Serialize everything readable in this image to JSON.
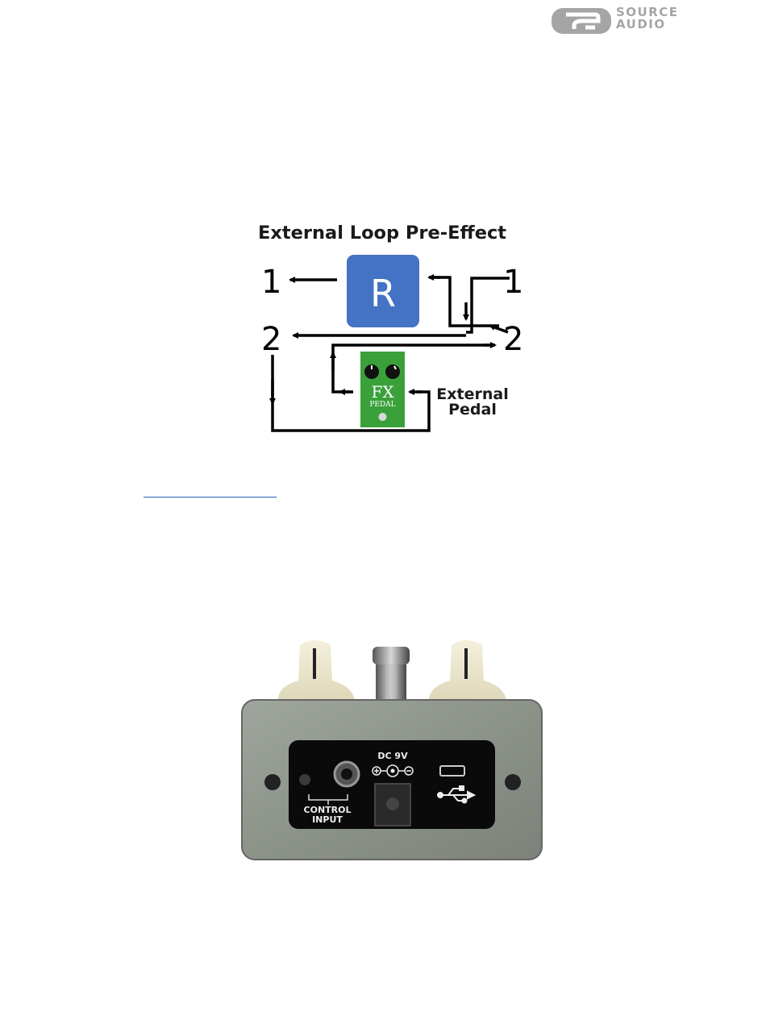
{
  "header": {
    "logo_line1": "SOURCE",
    "logo_line2": "AUDIO",
    "logo_color": "#a5a5a5"
  },
  "diagram": {
    "title": "External Loop Pre-Effect",
    "r_block_label": "R",
    "r_block_color": "#4472c4",
    "left_output_1": "1",
    "left_output_2": "2",
    "right_input_1": "1",
    "right_input_2": "2",
    "fx_pedal_label_main": "FX",
    "fx_pedal_label_sub": "PEDAL",
    "fx_pedal_color": "#3aa13a",
    "external_pedal_line1": "External",
    "external_pedal_line2": "Pedal"
  },
  "pedal_photo": {
    "dc_label": "DC 9V",
    "control_label_line1": "CONTROL",
    "control_label_line2": "INPUT"
  }
}
